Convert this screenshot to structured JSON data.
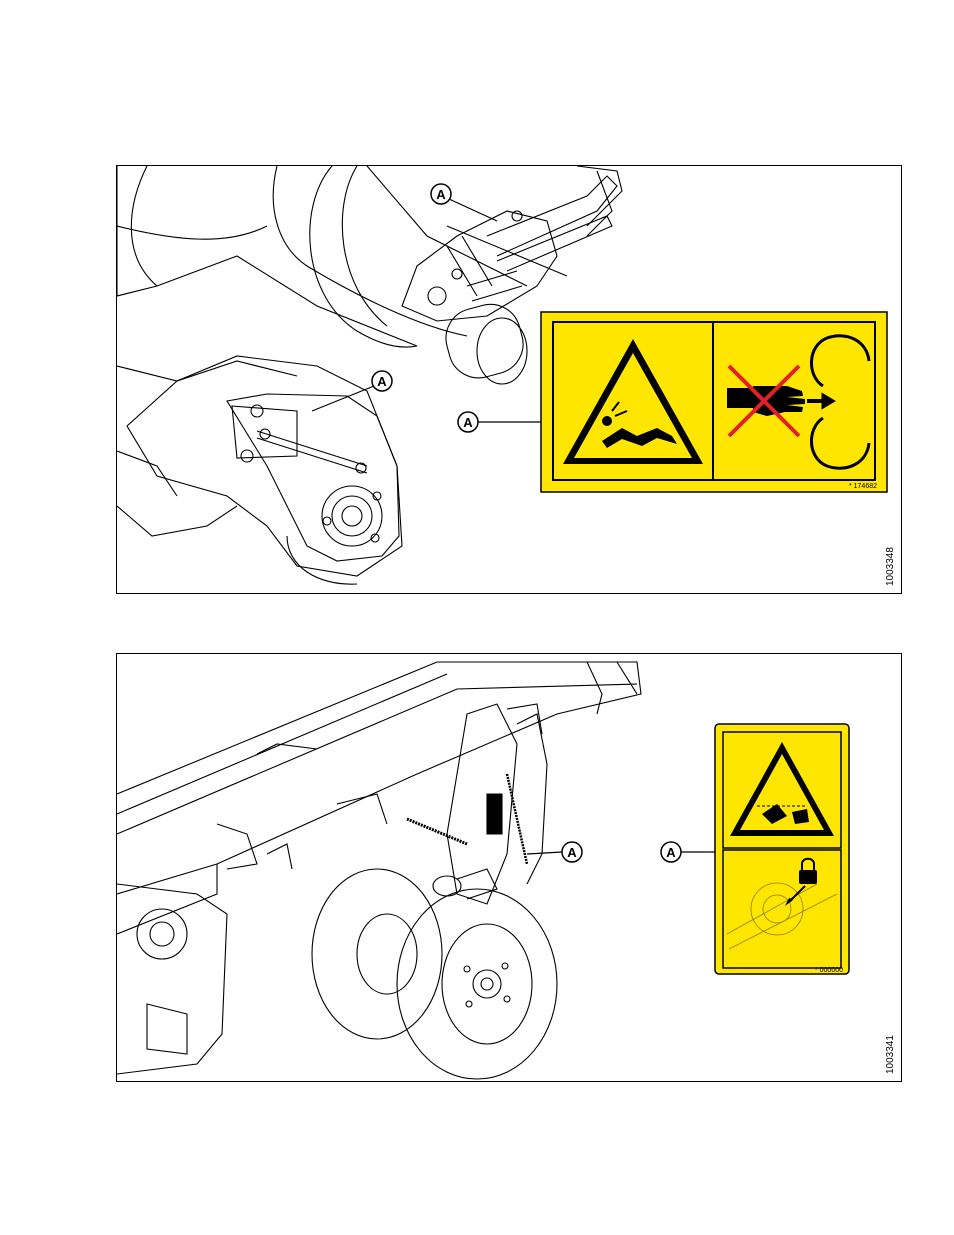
{
  "figures": [
    {
      "id_label": "1003348",
      "callouts": [
        "A",
        "A",
        "A"
      ],
      "decal": {
        "part_number": "* 174682",
        "background": "#FFE600"
      }
    },
    {
      "id_label": "1003341",
      "callouts": [
        "A",
        "A"
      ],
      "decal": {
        "part_number": "* 000000",
        "background": "#FFE600"
      }
    }
  ]
}
